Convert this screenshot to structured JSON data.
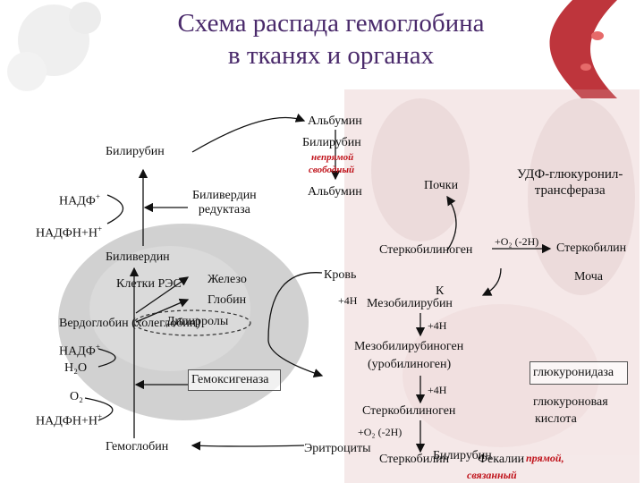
{
  "title": {
    "line1": "Схема распада гемоглобина",
    "line2": "в тканях и органах"
  },
  "labels": {
    "bilirubin_left": "Билирубин",
    "nadf": "НАДФ",
    "nadfh": "НАДФН+Н",
    "biliverdin_reductase_1": "Биливердин",
    "biliverdin_reductase_2": "редуктаза",
    "biliverdin": "Биливердин",
    "ret_cells": "Клетки РЭС",
    "iron": "Железо",
    "globin": "Глобин",
    "verdoglobin": "Вердоглобин (холеглобин)",
    "dipyrroles": "Дипирролы",
    "nadf2": "НАДФ",
    "h2o": "Н₂О",
    "o2": "О₂",
    "nadfh2": "НАДФН+Н",
    "hemoxygenase": "Гемоксигеназа",
    "hemoglobin": "Гемоглобин",
    "albumin_top": "Альбумин",
    "bilirubin_mid": "Билирубин",
    "indirect": "непрямой",
    "free": "свободный",
    "albumin_mid": "Альбумин",
    "kidneys": "Почки",
    "udp_1": "УДФ-глюкуронил-",
    "udp_2": "трансфераза",
    "o2_minus_2h": "+О₂ (-2Н)",
    "stercobilin_right": "Стеркобилин",
    "stercobilinogen_mid": "Стеркобилиноген",
    "blood": "Кровь",
    "urine": "Моча",
    "k_letter": "К",
    "plus4h_1": "+4Н",
    "mesobilirubin": "Мезобилирубин",
    "plus4h_2": "+4Н",
    "mesobilirubinogen": "Мезобилирубиноген",
    "urobilinogen": "(уробилиноген)",
    "plus4h_3": "+4Н",
    "stercobilinogen_low": "Стеркобилиноген",
    "o2_minus_2h_low": "+О₂ (-2Н)",
    "erythrocytes": "Эритроциты",
    "stercobilin_low": "Стеркобилин",
    "bilirubin_low": "Билирубин",
    "feces": "Фекалии",
    "direct": "прямой,",
    "bound": "связанный",
    "glucuronidase": "глюкуронидаза",
    "glucuronic_1": "глюкуроновая",
    "glucuronic_2": "кислота"
  },
  "colors": {
    "title": "#4a2a6b",
    "red_text": "#c0141c",
    "accent_blood": "#b3121a"
  }
}
